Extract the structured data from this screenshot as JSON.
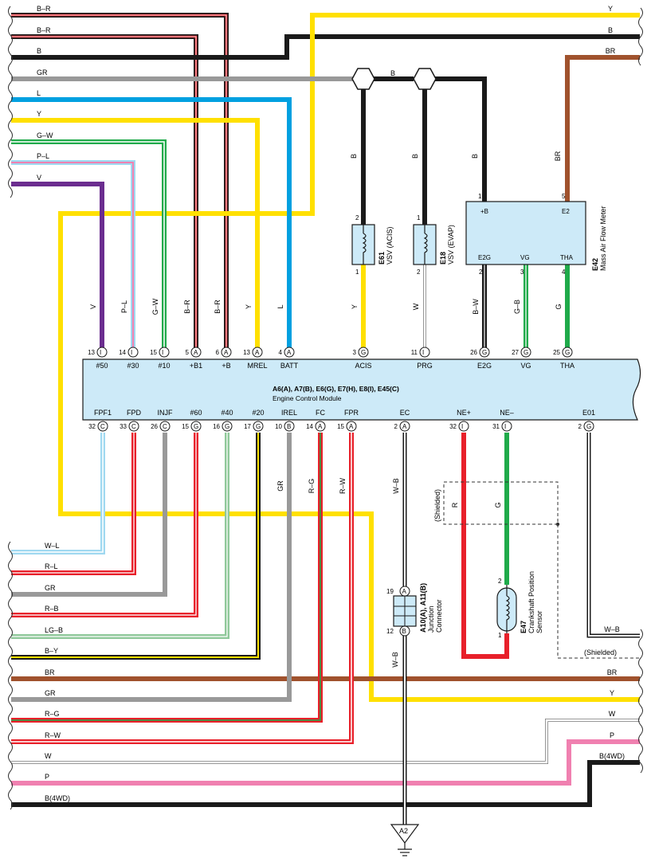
{
  "ecm": {
    "title": "A6(A), A7(B), E6(G), E7(H), E8(I), E45(C)",
    "subtitle": "Engine Control Module",
    "top_pins": [
      {
        "num": "13",
        "conn": "I",
        "label": "#50",
        "wire": "V"
      },
      {
        "num": "14",
        "conn": "I",
        "label": "#30",
        "wire": "P–L"
      },
      {
        "num": "15",
        "conn": "I",
        "label": "#10",
        "wire": "G–W"
      },
      {
        "num": "5",
        "conn": "A",
        "label": "+B1",
        "wire": "B–R"
      },
      {
        "num": "6",
        "conn": "A",
        "label": "+B",
        "wire": "B–R"
      },
      {
        "num": "13",
        "conn": "A",
        "label": "MREL",
        "wire": "Y"
      },
      {
        "num": "4",
        "conn": "A",
        "label": "BATT",
        "wire": "L"
      },
      {
        "num": "3",
        "conn": "G",
        "label": "ACIS",
        "wire": "Y"
      },
      {
        "num": "11",
        "conn": "I",
        "label": "PRG",
        "wire": "W"
      },
      {
        "num": "26",
        "conn": "G",
        "label": "E2G",
        "wire": "B–W"
      },
      {
        "num": "27",
        "conn": "G",
        "label": "VG",
        "wire": "G–B"
      },
      {
        "num": "25",
        "conn": "G",
        "label": "THA",
        "wire": "G"
      }
    ],
    "bottom_pins": [
      {
        "num": "32",
        "conn": "C",
        "label": "FPF1"
      },
      {
        "num": "33",
        "conn": "C",
        "label": "FPD"
      },
      {
        "num": "26",
        "conn": "C",
        "label": "INJF"
      },
      {
        "num": "15",
        "conn": "G",
        "label": "#60"
      },
      {
        "num": "16",
        "conn": "G",
        "label": "#40"
      },
      {
        "num": "17",
        "conn": "G",
        "label": "#20"
      },
      {
        "num": "10",
        "conn": "B",
        "label": "IREL",
        "wire": "GR"
      },
      {
        "num": "14",
        "conn": "A",
        "label": "FC",
        "wire": "R–G"
      },
      {
        "num": "15",
        "conn": "A",
        "label": "FPR",
        "wire": "R–W"
      },
      {
        "num": "2",
        "conn": "A",
        "label": "EC",
        "wire": "W–B"
      },
      {
        "num": "32",
        "conn": "I",
        "label": "NE+",
        "wire": "R"
      },
      {
        "num": "31",
        "conn": "I",
        "label": "NE–",
        "wire": "G"
      },
      {
        "num": "2",
        "conn": "G",
        "label": "E01"
      }
    ]
  },
  "left_wires_top": [
    "B–R",
    "B–R",
    "B",
    "GR",
    "L",
    "Y",
    "G–W",
    "P–L",
    "V"
  ],
  "left_wires_bottom": [
    "W–L",
    "R–L",
    "GR",
    "R–B",
    "LG–B",
    "B–Y",
    "BR",
    "GR",
    "R–G",
    "R–W",
    "W",
    "P",
    "B(4WD)"
  ],
  "right_wires_top": [
    "Y",
    "B",
    "BR"
  ],
  "right_wires_bottom": [
    "W–B",
    "BR",
    "Y",
    "W",
    "P",
    "B(4WD)"
  ],
  "shielded_label": "(Shielded)",
  "splice_wire": "B",
  "vsv_acis": {
    "id": "E61",
    "name": "VSV (ACIS)",
    "pin_top": "2",
    "pin_bottom": "1",
    "wire_top": "B"
  },
  "vsv_evap": {
    "id": "E18",
    "name": "VSV (EVAP)",
    "pin_top": "1",
    "pin_bottom": "2",
    "wire_top": "B"
  },
  "maf": {
    "id": "E42",
    "name": "Mass Air Flow Meter",
    "pins_top": [
      {
        "num": "1",
        "label": "+B",
        "wire": "B"
      },
      {
        "num": "5",
        "label": "E2",
        "wire": "BR"
      }
    ],
    "pins_bottom": [
      {
        "num": "2",
        "label": "E2G"
      },
      {
        "num": "3",
        "label": "VG"
      },
      {
        "num": "4",
        "label": "THA"
      }
    ]
  },
  "junction": {
    "id": "A10(A), A11(B)",
    "name1": "Junction",
    "name2": "Connector",
    "pin_top": "19",
    "conn_top": "A",
    "pin_bottom": "12",
    "conn_bottom": "B",
    "wire_below": "W–B"
  },
  "ckp": {
    "id": "E47",
    "name1": "Crankshaft Position",
    "name2": "Sensor",
    "pin_top": "2",
    "pin_bottom": "1"
  },
  "ground": {
    "label": "A2"
  },
  "colors": {
    "yellow": "#ffe000",
    "black": "#1a1a1a",
    "gray": "#999999",
    "blue": "#00a0e0",
    "brown": "#a0522d",
    "red": "#e8202a",
    "green": "#1faa4a",
    "purple": "#6b2d8f",
    "pink": "#f080b0",
    "ecm_fill": "#cdeaf8",
    "light_blue": "#9fd8f0"
  }
}
